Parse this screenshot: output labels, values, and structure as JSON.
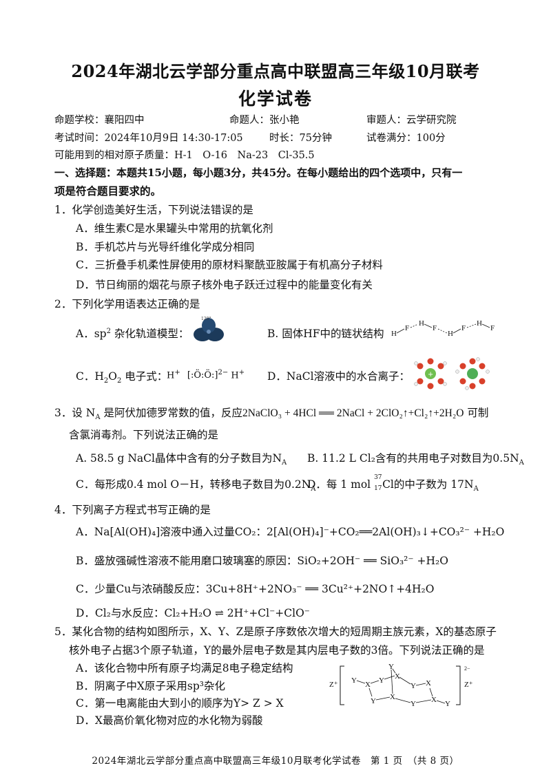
{
  "header": {
    "title": "2024年湖北云学部分重点高中联盟高三年级10月联考",
    "subtitle": "化学试卷",
    "school": "命题学校：襄阳四中",
    "author": "命题人：张小艳",
    "reviewer": "审题人：云学研究院",
    "exam_time": "考试时间：2024年10月9日 14:30-17:05",
    "duration": "时长：75分钟",
    "full_score": "试卷满分：100分",
    "atomic_masses": "可能用到的相对原子质量：H-1　O-16　Na-23　Cl-35.5"
  },
  "section": {
    "line1": "一、选择题：本题共15小题，每小题3分，共45分。在每小题给出的四个选项中，只有一",
    "line2": "项是符合题目要求的。"
  },
  "q1": {
    "stem": "1．化学创造美好生活，下列说法错误的是",
    "A": "A．维生素C是水果罐头中常用的抗氧化剂",
    "B": "B．手机芯片与光导纤维化学成分相同",
    "C": "C．三折叠手机柔性屏使用的原材料聚酰亚胺属于有机高分子材料",
    "D": "D．节日绚丽的烟花与原子核外电子跃迁过程中的能量变化有关"
  },
  "q2": {
    "stem": "2．下列化学用语表达正确的是",
    "A_prefix": "A．sp",
    "A_sup": "2",
    "A_suffix": " 杂化轨道模型：",
    "A_angle": "120°",
    "B": "B. 固体HF中的链状结构",
    "B_atoms": [
      "H",
      "F",
      "H",
      "F",
      "H",
      "F",
      "H",
      "F"
    ],
    "C_prefix": "C．H",
    "C_sub": "2",
    "C_mid": "O",
    "C_sub2": "2",
    "C_suffix": " 电子式：",
    "C_formula_left": "H",
    "C_formula_left_sup": "+",
    "C_formula_core": "[:Ö:Ö:]",
    "C_formula_sup": "2−",
    "C_formula_right": "H",
    "C_formula_right_sup": "+",
    "D": "D．NaCl溶液中的水合离子："
  },
  "q3": {
    "stem_a": "3．设 N",
    "stem_a_sub": "A",
    "stem_b": " 是阿伏加德罗常数的值，反应",
    "equation": "2NaClO₃ + 4HCl ══ 2NaCl + 2ClO₂↑+Cl₂↑+2H₂O",
    "stem_c": " 可制",
    "stem_line2": "含氯消毒剂。下列说法正确的是",
    "A": "A. 58.5 g NaCl晶体中含有的分子数目为N",
    "A_sub": "A",
    "B": "B. 11.2 L Cl₂含有的共用电子对数目为0.5N",
    "B_sub": "A",
    "C": "C．每形成0.4 mol O－H，转移电子数目为0.2N",
    "C_sub": "A",
    "D_pre": "D．每 1 mol ",
    "D_iso_top": "37",
    "D_iso_bottom": "17",
    "D_el": "Cl",
    "D_post": "的中子数为 17N",
    "D_sub": "A"
  },
  "q4": {
    "stem": "4．下列离子方程式书写正确的是",
    "A": "A．Na[Al(OH)₄]溶液中通入过量CO₂：2[Al(OH)₄]⁻+CO₂══2Al(OH)₃↓+CO₃²⁻ +H₂O",
    "B": "B．盛放强碱性溶液不能用磨口玻璃塞的原因：SiO₂+2OH⁻ ══ SiO₃²⁻ +H₂O",
    "C": "C．少量Cu与浓硝酸反应：3Cu+8H⁺+2NO₃⁻ ══ 3Cu²⁺+2NO↑+4H₂O",
    "D": "D．Cl₂与水反应：Cl₂+H₂O ⇌ 2H⁺+Cl⁻+ClO⁻"
  },
  "q5": {
    "stem1": "5．某化合物的结构如图所示，X、Y、Z是原子序数依次增大的短周期主族元素，X的基态原子",
    "stem2": "核外电子占据3个原子轨道，Y的最外层电子数是其内层电子数的3倍。下列说法正确的是",
    "A": "A．该化合物中所有原子均满足8电子稳定结构",
    "B": "B．阴离子中X原子采用sp³杂化",
    "C": "C．第一电离能由大到小的顺序为Y> Z > X",
    "D": "D．X最高价氧化物对应的水化物为弱酸",
    "struct_left": "Z⁺",
    "struct_right": "Z⁺",
    "struct_charge": "2−",
    "struct_X": "X",
    "struct_Y": "Y"
  },
  "footer": "2024年湖北云学部分重点高中联盟高三年级10月联考化学试卷　第 1 页　（共 8 页）"
}
